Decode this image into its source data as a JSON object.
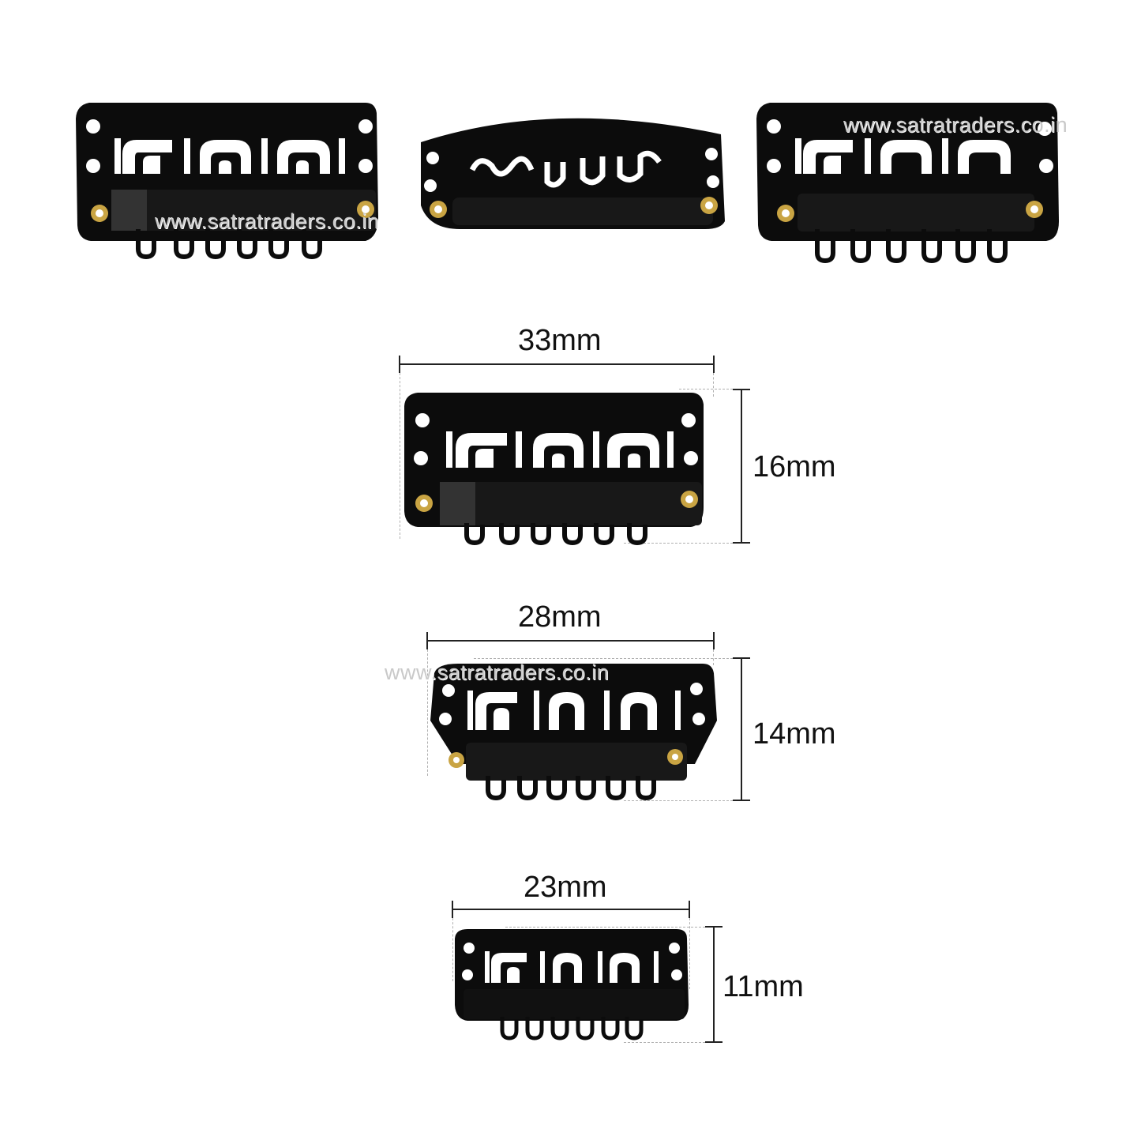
{
  "watermark": "www.satratraders.co.in",
  "dimensions": {
    "large": {
      "width": "33mm",
      "height": "16mm"
    },
    "medium": {
      "width": "28mm",
      "height": "14mm"
    },
    "small": {
      "width": "23mm",
      "height": "11mm"
    }
  },
  "colors": {
    "clip": "#0c0c0c",
    "eyelet": "#c9a443"
  }
}
